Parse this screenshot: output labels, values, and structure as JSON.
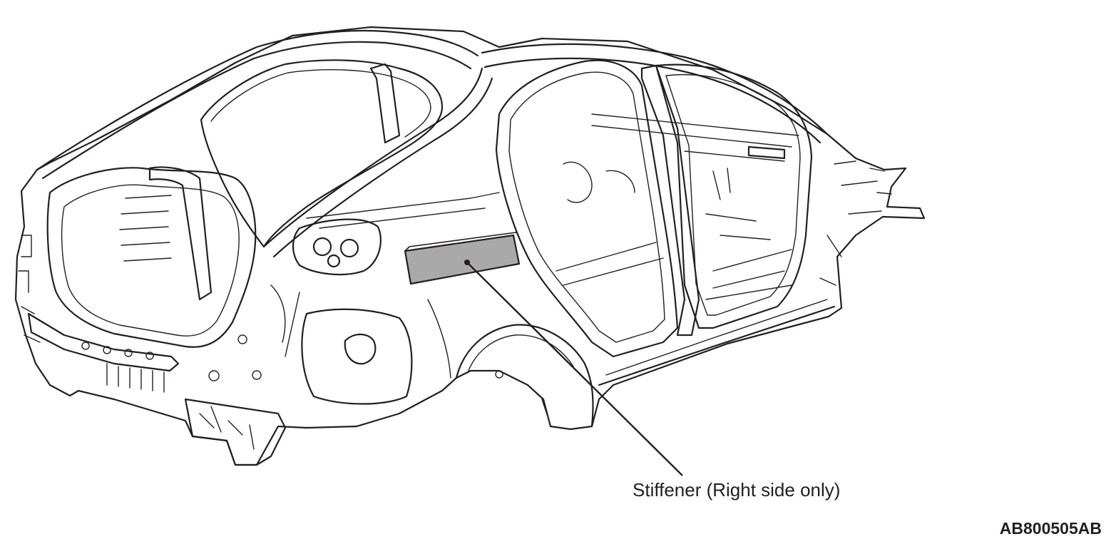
{
  "diagram": {
    "callouts": [
      {
        "id": "stiffener",
        "label": "Stiffener (Right side only)"
      }
    ],
    "figure_code": "AB800505AB",
    "highlight_color": "#a9a9a9",
    "line_color": "#231f20",
    "background": "#ffffff"
  }
}
